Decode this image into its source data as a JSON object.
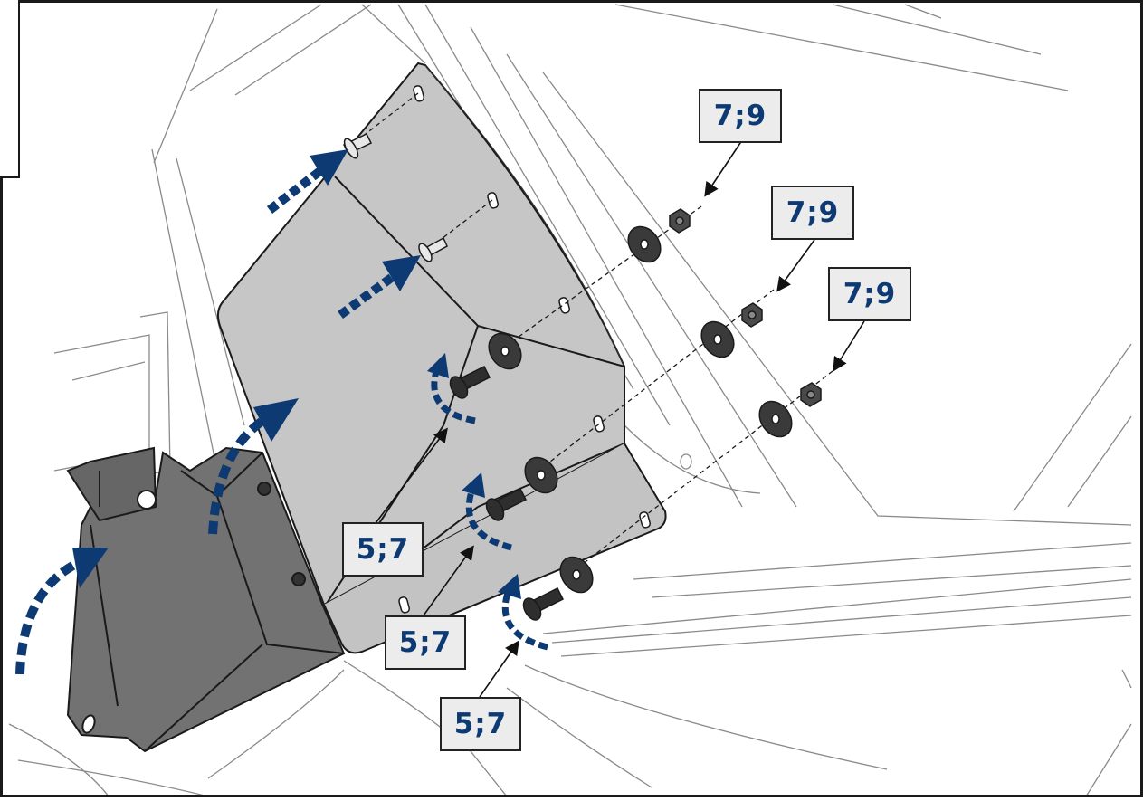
{
  "callouts": {
    "nut_size_1": "7;9",
    "nut_size_2": "7;9",
    "nut_size_3": "7;9",
    "bolt_size_1": "5;7",
    "bolt_size_2": "5;7",
    "bolt_size_3": "5;7"
  },
  "colors": {
    "arrow_blue": "#0d3a73",
    "plate_grey": "#c8c8c8",
    "guard_dark": "#6f6f6f",
    "outline": "#1a1a1a"
  }
}
